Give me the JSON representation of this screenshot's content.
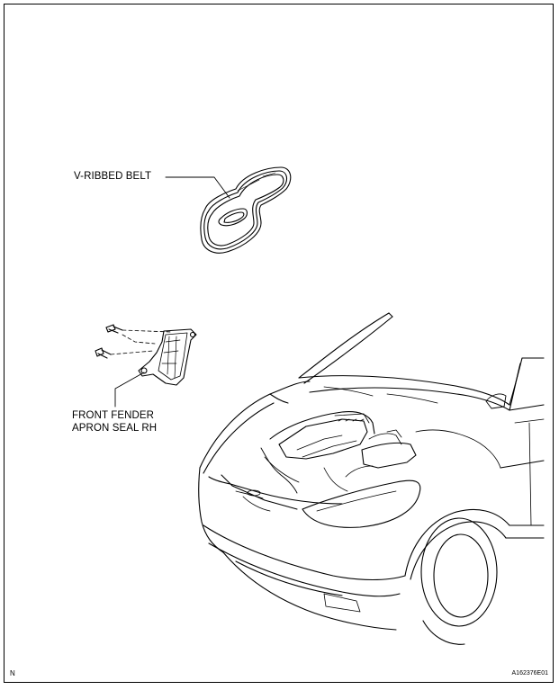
{
  "labels": {
    "v_ribbed_belt": "V-RIBBED BELT",
    "front_fender_line1": "FRONT FENDER",
    "front_fender_line2": "APRON SEAL RH"
  },
  "footer": {
    "corner_left": "N",
    "figure_id": "A162376E01"
  }
}
